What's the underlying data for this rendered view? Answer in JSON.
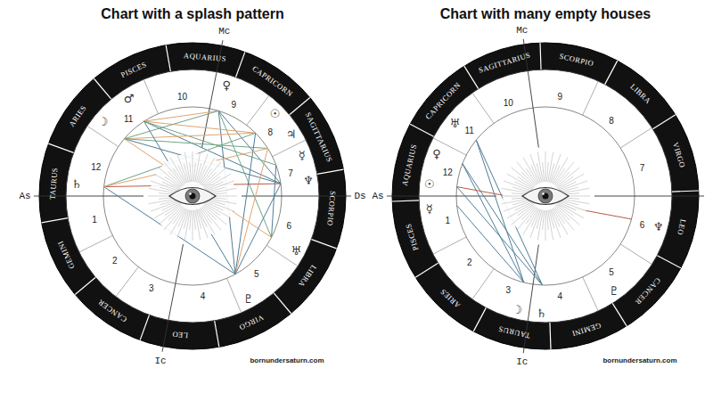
{
  "diagram": {
    "labels": [
      "Chart with a splash pattern",
      "AQUARIUS",
      "CAPRICORN",
      "SAGITTARIUS",
      "SCORPIO",
      "LIBRA",
      "VIRGO",
      "LEO",
      "CANCER",
      "GEMINI",
      "TAURUS",
      "ARIES",
      "PISCES",
      "1",
      "2",
      "3",
      "4",
      "5",
      "6",
      "7",
      "8",
      "9",
      "10",
      "11",
      "12",
      "As",
      "Ds",
      "Mc",
      "Ic",
      "♀",
      "♂",
      "☽",
      "♄",
      "☉",
      "♃",
      "☿",
      "♆",
      "♅",
      "♇",
      "bornundersaturn.com",
      "Chart with many empty houses",
      "SAGITTARIUS",
      "SCORPIO",
      "LIBRA",
      "VIRGO",
      "LEO",
      "CANCER",
      "GEMINI",
      "TAURUS",
      "ARIES",
      "PISCES",
      "AQUARIUS",
      "CAPRICORN",
      "1",
      "2",
      "3",
      "4",
      "5",
      "6",
      "7",
      "8",
      "9",
      "10",
      "11",
      "12",
      "As",
      "Mc",
      "Ic",
      "♅",
      "♀",
      "☉",
      "☿",
      "♆",
      "♇",
      "☽",
      "♄",
      "bornundersaturn.com"
    ]
  }
}
